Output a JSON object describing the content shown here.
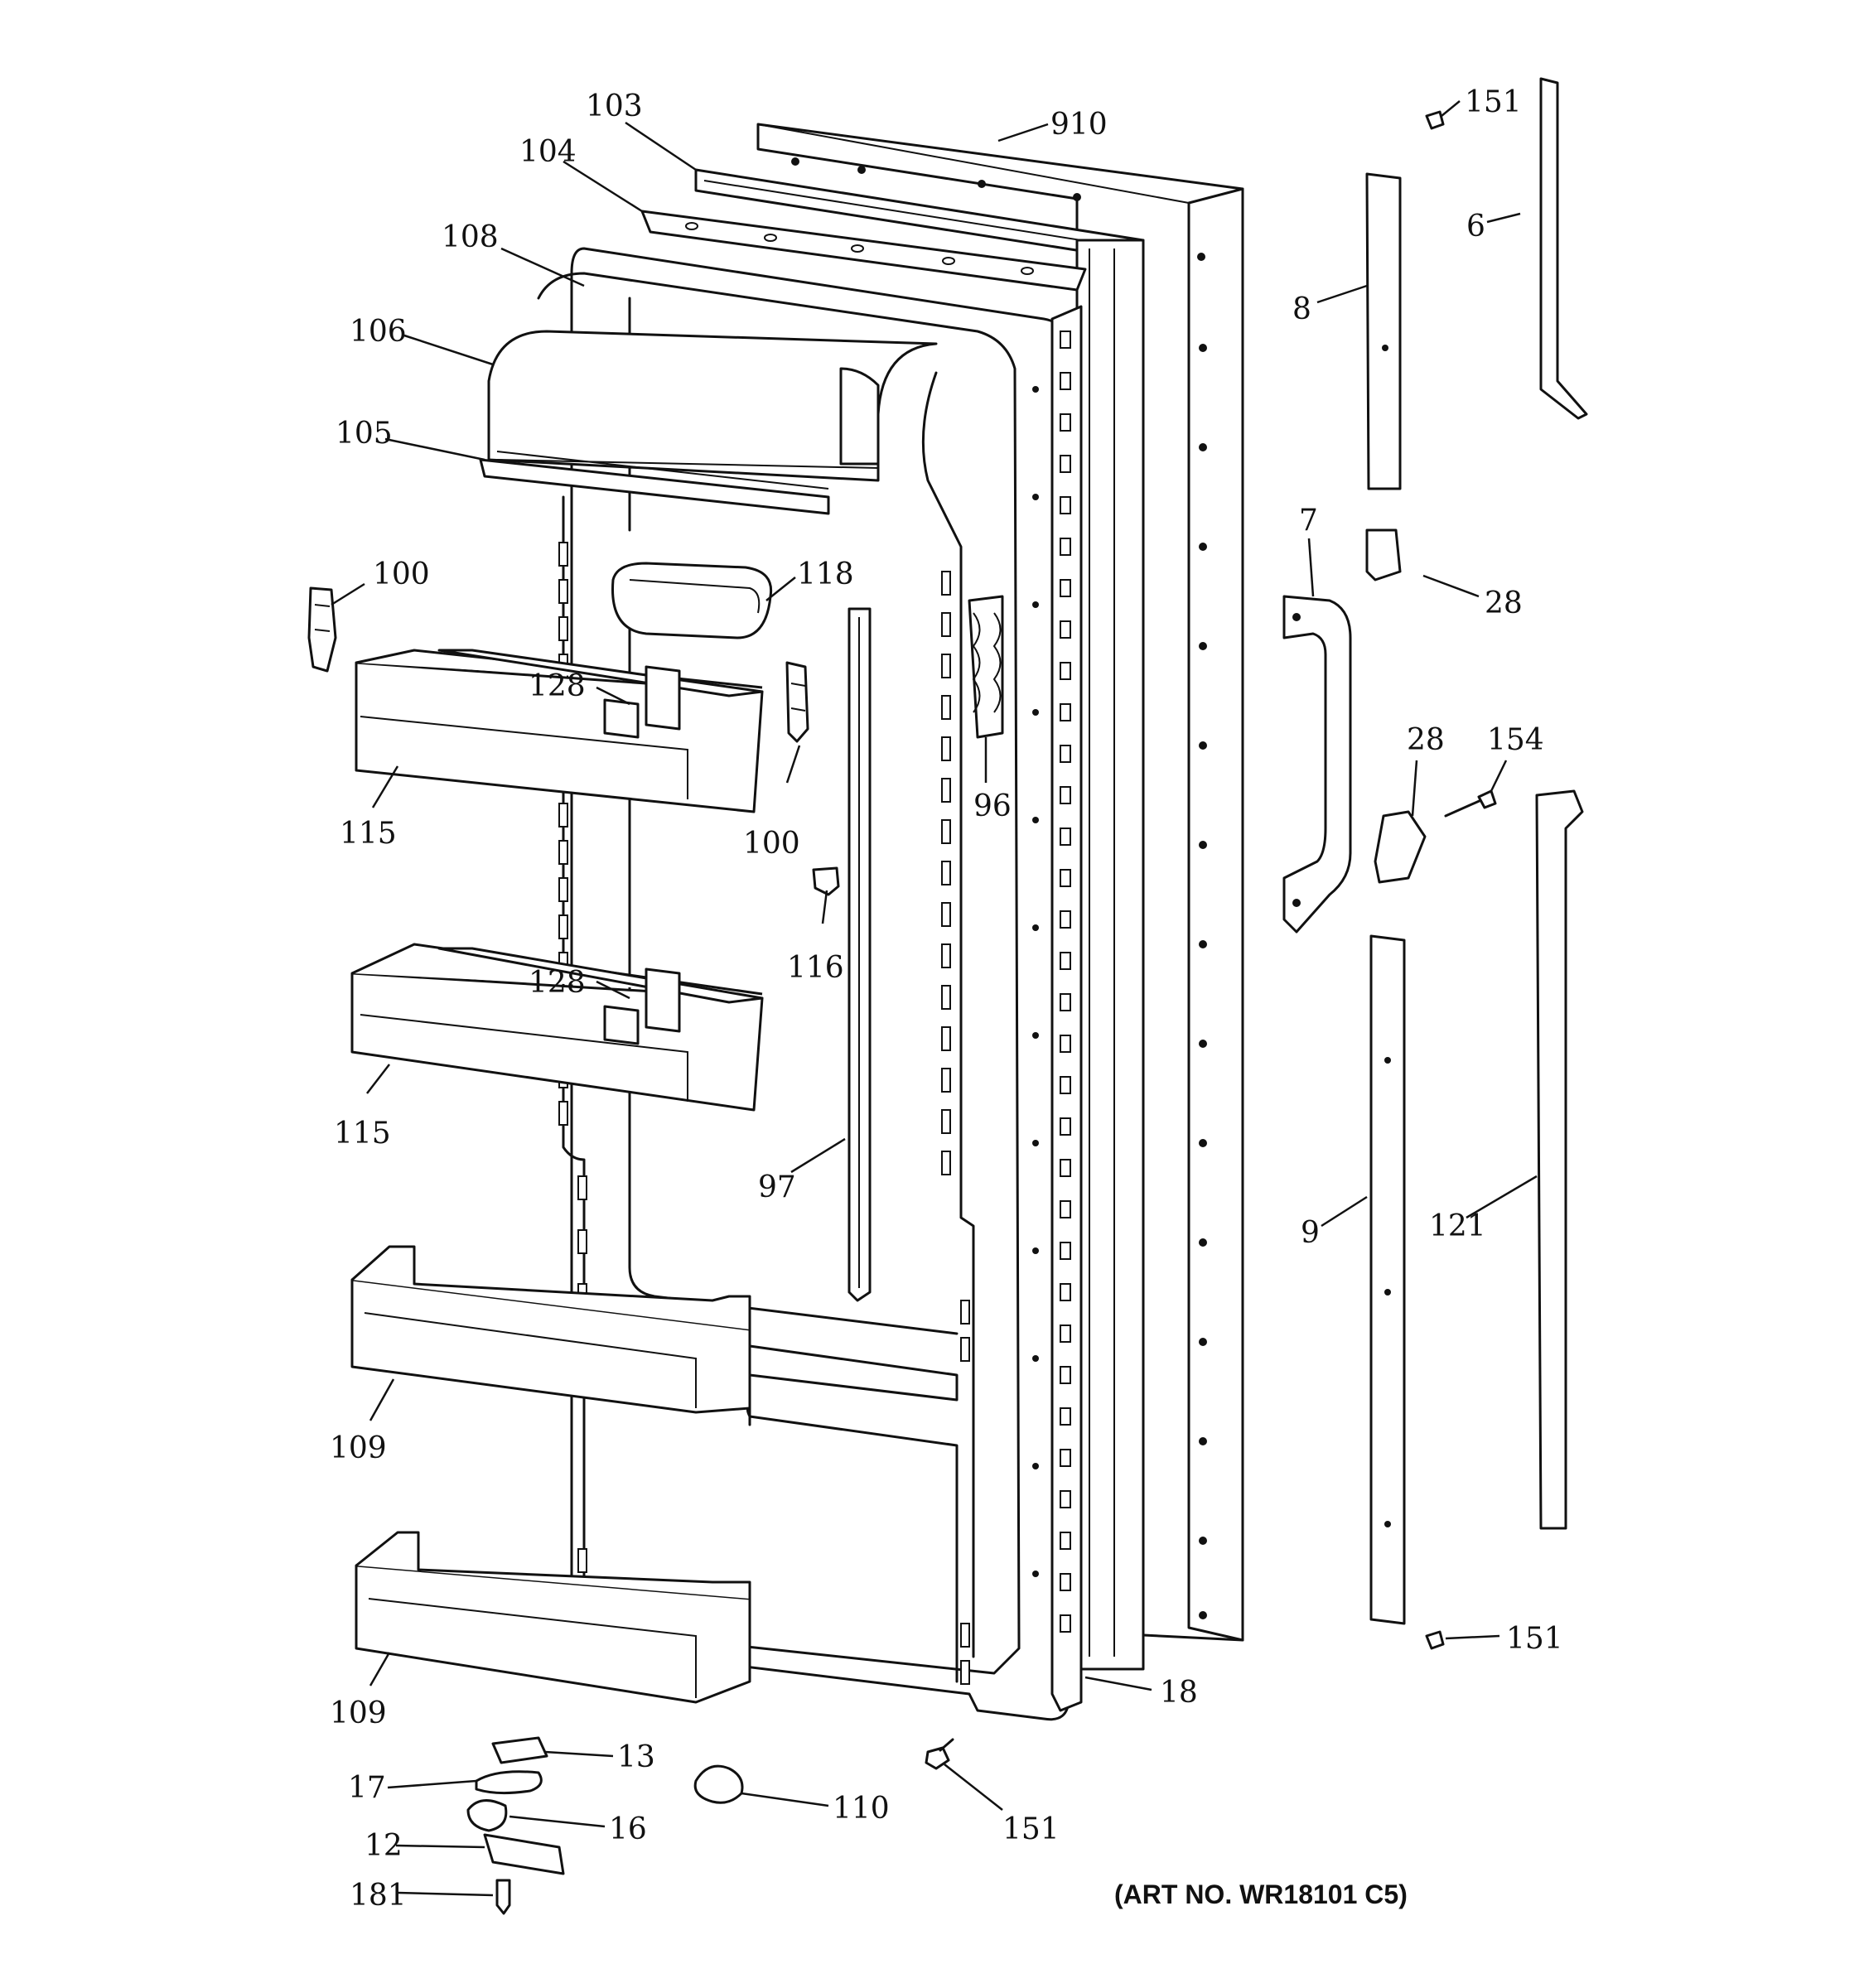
{
  "diagram": {
    "art_number": "(ART NO. WR18101 C5)",
    "labels": {
      "p103": "103",
      "p910": "910",
      "p104": "104",
      "p108": "108",
      "p106": "106",
      "p105": "105",
      "p100a": "100",
      "p118": "118",
      "p128a": "128",
      "p100b": "100",
      "p115a": "115",
      "p96": "96",
      "p116": "116",
      "p128b": "128",
      "p115b": "115",
      "p97": "97",
      "p109a": "109",
      "p109b": "109",
      "p18": "18",
      "p13": "13",
      "p17": "17",
      "p16": "16",
      "p110": "110",
      "p151c": "151",
      "p12": "12",
      "p181": "181",
      "p151a": "151",
      "p6": "6",
      "p8": "8",
      "p28a": "28",
      "p7": "7",
      "p28b": "28",
      "p154": "154",
      "p9": "9",
      "p121": "121",
      "p151b": "151"
    }
  }
}
